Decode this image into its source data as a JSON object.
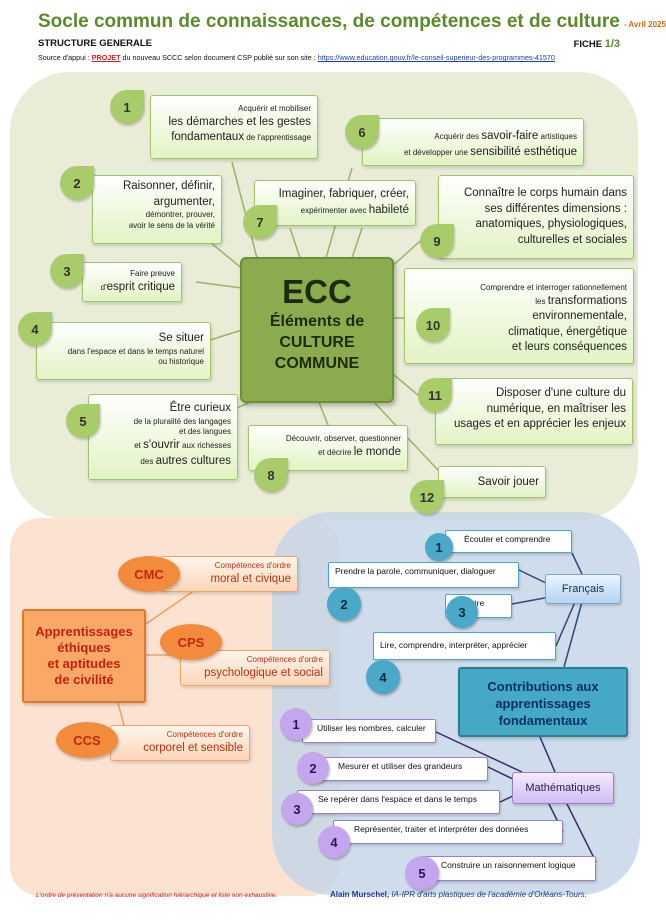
{
  "header": {
    "title": "Socle commun de connaissances, de compétences et de culture",
    "date": "- Avril 2025",
    "subtitle": "STRUCTURE GENERALE",
    "fiche_label": "FICHE",
    "fiche_num": "1/3",
    "source_prefix": "Source d'appui :",
    "source_projet": "PROJET",
    "source_mid": "du nouveau SCCC selon document CSP publié sur son site :",
    "source_url": "https://www.education.gouv.fr/le-conseil-superieur-des-programmes-41570"
  },
  "ecc": {
    "title": "ECC",
    "full_line1": "Éléments de",
    "full_line2": "CULTURE",
    "full_line3": "COMMUNE",
    "items": [
      {
        "num": "1",
        "l1": "Acquérir et mobiliser",
        "l2": "les démarches et les gestes",
        "l3a": "fondamentaux",
        "l3b": "de l'apprentissage"
      },
      {
        "num": "2",
        "l1": "Raisonner, définir,",
        "l2": "argumenter,",
        "l3": "démontrer, prouver,",
        "l4": "avoir le sens de la vérité"
      },
      {
        "num": "3",
        "l1": "Faire preuve",
        "l2a": "d'",
        "l2b": "esprit critique"
      },
      {
        "num": "4",
        "l1": "Se situer",
        "l2": "dans l'espace et dans le temps naturel",
        "l3": "ou historique"
      },
      {
        "num": "5",
        "l1": "Être curieux",
        "l2": "de la pluralité des langages",
        "l3": "et des langues",
        "l4a": "et",
        "l4b": "s'ouvrir",
        "l4c": "aux richesses",
        "l5a": "des",
        "l5b": "autres cultures"
      },
      {
        "num": "6",
        "l1a": "Acquérir des",
        "l1b": "savoir-faire",
        "l1c": "artistiques",
        "l2a": "et développer une",
        "l2b": "sensibilité esthétique"
      },
      {
        "num": "7",
        "l1": "Imaginer, fabriquer, créer,",
        "l2a": "expérimenter avec",
        "l2b": "habileté"
      },
      {
        "num": "8",
        "l1": "Découvrir, observer, questionner",
        "l2a": "et décrire",
        "l2b": "le monde"
      },
      {
        "num": "9",
        "l1": "Connaître le corps humain dans",
        "l2": "ses différentes dimensions :",
        "l3": "anatomiques, physiologiques,",
        "l4": "culturelles et sociales"
      },
      {
        "num": "10",
        "l1": "Comprendre et interroger rationnellement",
        "l2a": "les",
        "l2b": "transformations",
        "l3": "environnementale,",
        "l4": "climatique, énergétique",
        "l5": "et leurs conséquences"
      },
      {
        "num": "11",
        "l1": "Disposer d'une culture du",
        "l2": "numérique, en maîtriser les",
        "l3": "usages et en apprécier les enjeux"
      },
      {
        "num": "12",
        "l1": "Savoir jouer"
      }
    ]
  },
  "civility": {
    "center_l1": "Apprentissages",
    "center_l2": "éthiques",
    "center_l3": "et aptitudes",
    "center_l4": "de civilité",
    "items": [
      {
        "abbr": "CMC",
        "small": "Compétences d'ordre",
        "big": "moral et civique"
      },
      {
        "abbr": "CPS",
        "small": "Compétences d'ordre",
        "big": "psychologique et social"
      },
      {
        "abbr": "CCS",
        "small": "Compétences d'ordre",
        "big": "corporel et sensible"
      }
    ]
  },
  "fondamentaux": {
    "center_l1": "Contributions aux",
    "center_l2": "apprentissages",
    "center_l3": "fondamentaux",
    "francais": {
      "label": "Français",
      "items": [
        {
          "num": "1",
          "text": "Écouter et comprendre"
        },
        {
          "num": "2",
          "text": "Prendre la parole, communiquer, dialoguer"
        },
        {
          "num": "3",
          "text": "Écrire"
        },
        {
          "num": "4",
          "text": "Lire, comprendre, interpréter, apprécier"
        }
      ]
    },
    "maths": {
      "label": "Mathématiques",
      "items": [
        {
          "num": "1",
          "text": "Utiliser les nombres, calculer"
        },
        {
          "num": "2",
          "text": "Mesurer et utiliser des grandeurs"
        },
        {
          "num": "3",
          "text": "Se repérer dans l'espace et dans le temps"
        },
        {
          "num": "4",
          "text": "Représenter, traiter et interpréter des données"
        },
        {
          "num": "5",
          "text": "Construire un raisonnement logique"
        }
      ]
    }
  },
  "footer": {
    "note": "L'ordre de présentation n'a aucune signification hiérarchique et liste non exhaustive.",
    "author": "Alain Murschel,",
    "author_role": "IA-IPR d'arts plastiques de l'académie d'Orléans-Tours."
  },
  "colors": {
    "green": "#8bac4e",
    "leaf": "#a9cc6a",
    "orange": "#f28c3c",
    "blue": "#45a9c5",
    "purple": "#c4a6ee",
    "title_green": "#5a8a2a"
  }
}
